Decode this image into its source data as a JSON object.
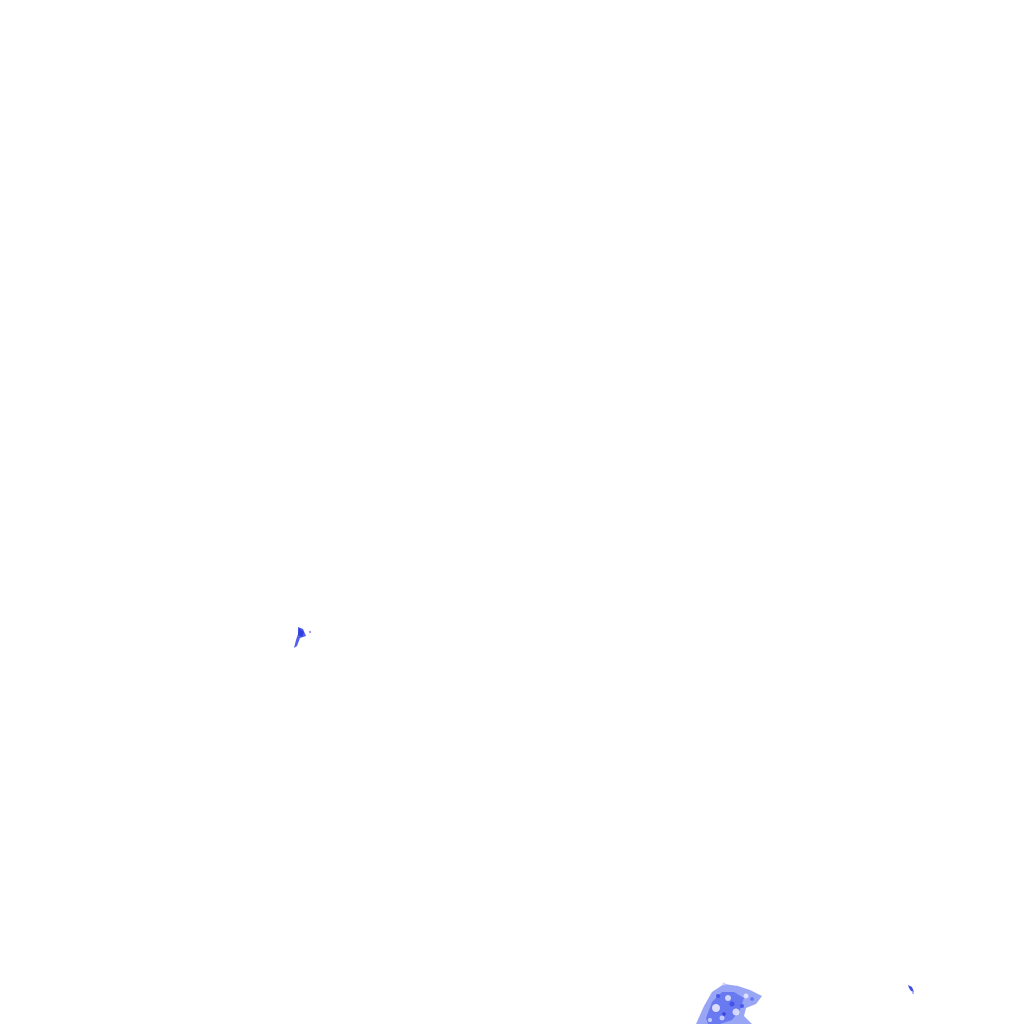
{
  "map": {
    "background_color": "#ffffff",
    "palette": {
      "light_precip": "#c9d2ff",
      "medium_precip": "#7a8cf4",
      "heavy_precip": "#3f4fe8"
    },
    "precipitation_cells": [
      {
        "id": "cell-west",
        "intensity": "medium_precip"
      },
      {
        "id": "cell-south",
        "intensity": "medium_precip"
      },
      {
        "id": "cell-southeast",
        "intensity": "heavy_precip"
      }
    ]
  }
}
